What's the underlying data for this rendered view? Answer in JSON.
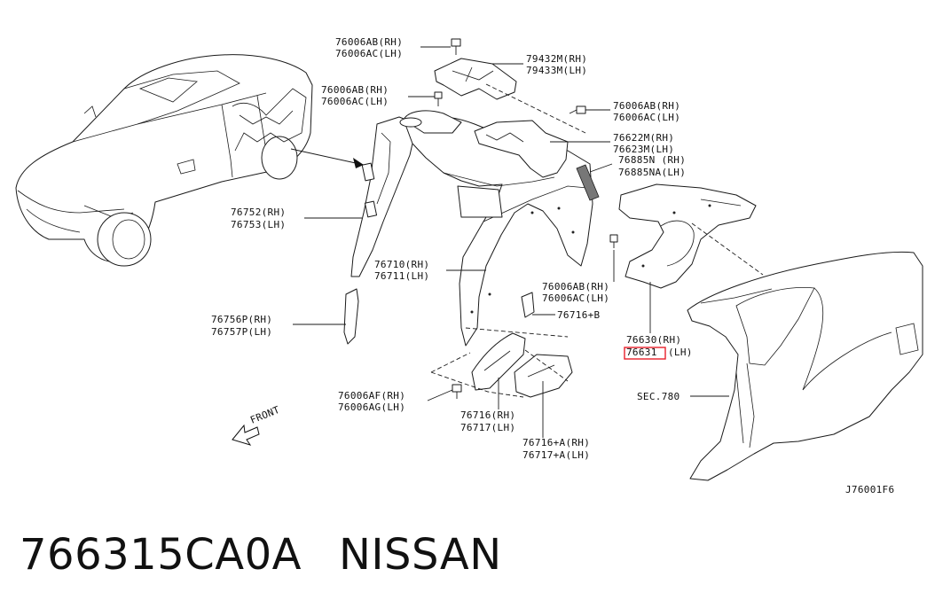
{
  "diagram": {
    "callouts": [
      {
        "id": "c1",
        "rh": "76006AB(RH)",
        "lh": "76006AC(LH)"
      },
      {
        "id": "c2",
        "rh": "79432M(RH)",
        "lh": "79433M(LH)"
      },
      {
        "id": "c3",
        "rh": "76006AB(RH)",
        "lh": "76006AC(LH)"
      },
      {
        "id": "c4",
        "rh": "76006AB(RH)",
        "lh": "76006AC(LH)"
      },
      {
        "id": "c5",
        "rh": "76622M(RH)",
        "lh": "76623M(LH)"
      },
      {
        "id": "c6",
        "rh": "76885N (RH)",
        "lh": "76885NA(LH)"
      },
      {
        "id": "c7",
        "rh": "76752(RH)",
        "lh": "76753(LH)"
      },
      {
        "id": "c8",
        "rh": "76710(RH)",
        "lh": "76711(LH)"
      },
      {
        "id": "c9",
        "rh": "76006AB(RH)",
        "lh": "76006AC(LH)"
      },
      {
        "id": "c10",
        "single": "76716+B"
      },
      {
        "id": "c11",
        "rh": "76756P(RH)",
        "lh": "76757P(LH)"
      },
      {
        "id": "c12",
        "rh": "76630(RH)",
        "lh_part": "76631",
        "lh_suffix": "(LH)"
      },
      {
        "id": "c13",
        "rh": "76006AF(RH)",
        "lh": "76006AG(LH)"
      },
      {
        "id": "c14",
        "rh": "76716(RH)",
        "lh": "76717(LH)"
      },
      {
        "id": "c15",
        "rh": "76716+A(RH)",
        "lh": "76717+A(LH)"
      },
      {
        "id": "c16",
        "single": "SEC.780"
      }
    ],
    "front_label": "FRONT",
    "figure_code": "J76001F6",
    "highlight_color": "#e8202a"
  },
  "caption": {
    "part_number": "766315CA0A",
    "brand": "NISSAN"
  }
}
